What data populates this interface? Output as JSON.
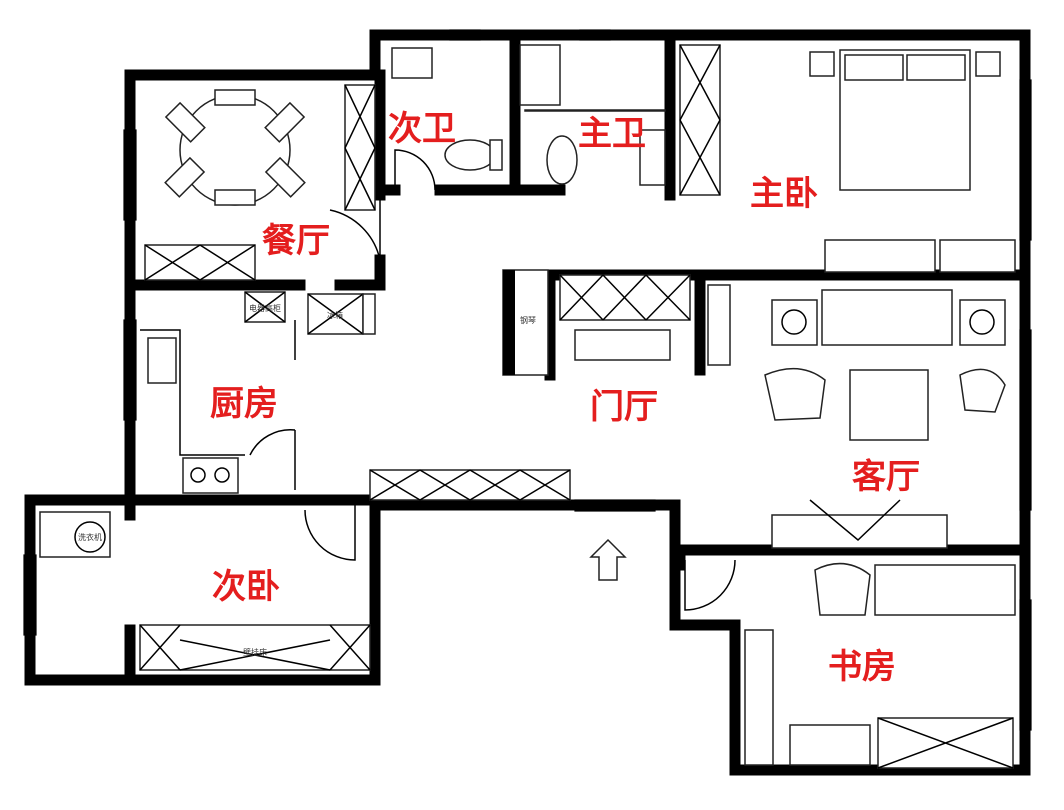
{
  "rooms": {
    "dining": "餐厅",
    "guest_bath": "次卫",
    "master_bath": "主卫",
    "master_bedroom": "主卧",
    "kitchen": "厨房",
    "foyer": "门厅",
    "living_room": "客厅",
    "second_bedroom": "次卧",
    "study": "书房"
  },
  "furniture_labels": {
    "appliance_cabinet": "电器高柜",
    "fridge": "冰箱",
    "piano": "钢琴",
    "washer": "洗衣机",
    "wall_bed": "壁挂床"
  },
  "colors": {
    "room_label": "#e41e1e",
    "wall": "#000000"
  }
}
